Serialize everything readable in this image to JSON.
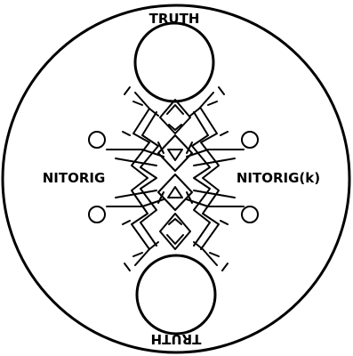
{
  "labels": {
    "top": "TRUTH",
    "bottom": "TRUTH",
    "left": "NITORIG",
    "right": "NITORIG(k)"
  },
  "colors": {
    "ink": "#000000",
    "paper": "#ffffff"
  }
}
